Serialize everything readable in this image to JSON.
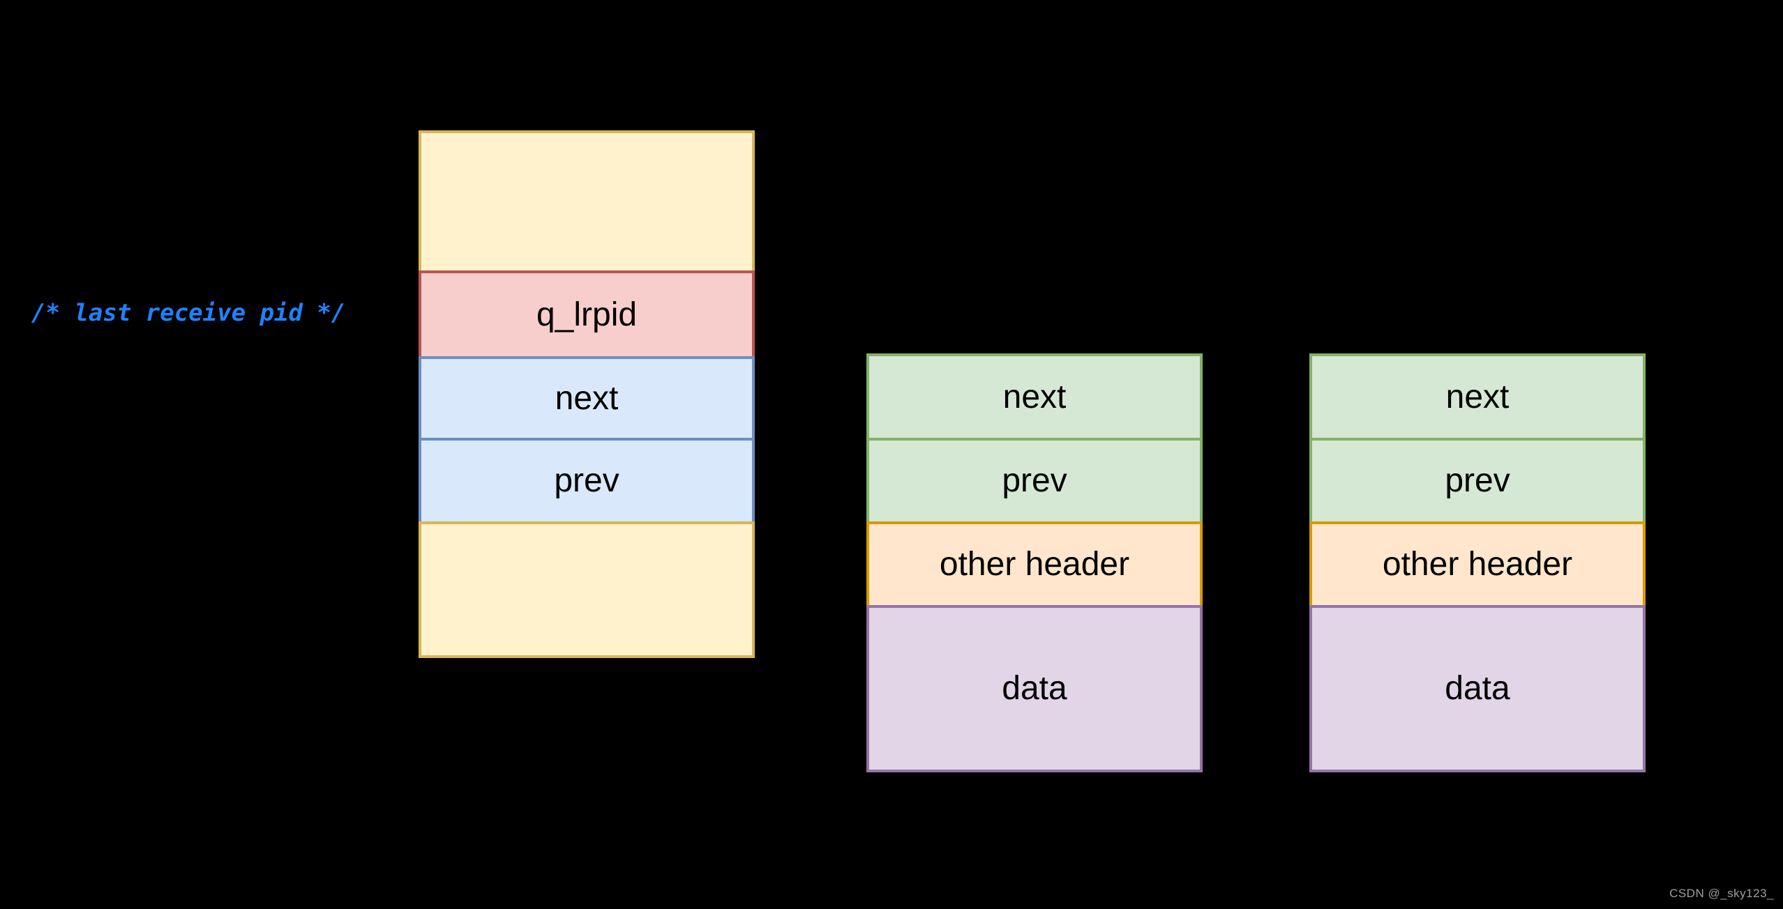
{
  "canvas": {
    "background": "#000000"
  },
  "colors": {
    "yellow_fill": "#FFF2CC",
    "yellow_stroke": "#D6B656",
    "red_fill": "#F8CECC",
    "red_stroke": "#B85450",
    "blue_fill": "#DAE8FC",
    "blue_stroke": "#6C8EBF",
    "green_fill": "#D5E8D4",
    "green_stroke": "#82B366",
    "orange_fill": "#FFE6CC",
    "orange_stroke": "#D79B00",
    "purple_fill": "#E1D5E7",
    "purple_stroke": "#9673A6",
    "comment_text": "#1E82FF",
    "label_text": "#000000",
    "watermark_text": "#9E9E9E"
  },
  "comment": {
    "text": "/* last receive pid */"
  },
  "queue_box": {
    "rows": [
      {
        "label": ""
      },
      {
        "label": "q_lrpid"
      },
      {
        "label": "next"
      },
      {
        "label": "prev"
      },
      {
        "label": ""
      }
    ]
  },
  "message_nodes": [
    {
      "rows": [
        {
          "label": "next"
        },
        {
          "label": "prev"
        },
        {
          "label": "other header"
        },
        {
          "label": "data"
        }
      ]
    },
    {
      "rows": [
        {
          "label": "next"
        },
        {
          "label": "prev"
        },
        {
          "label": "other header"
        },
        {
          "label": "data"
        }
      ]
    }
  ],
  "watermark": {
    "text": "CSDN @_sky123_"
  }
}
